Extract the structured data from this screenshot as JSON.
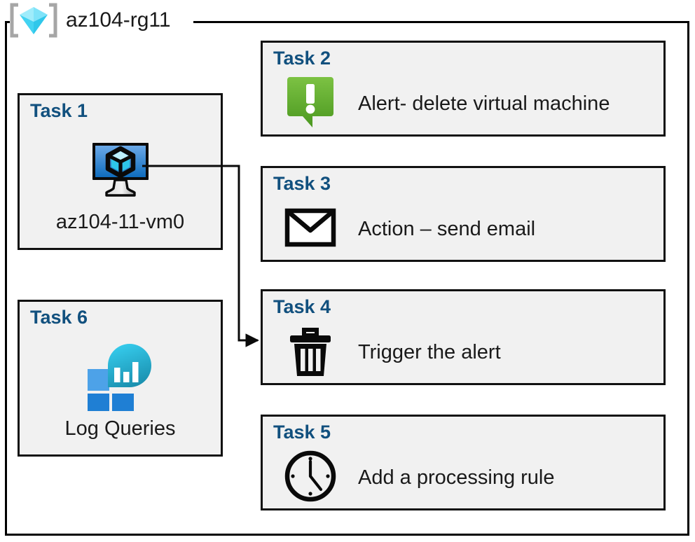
{
  "resource_group": {
    "name": "az104-rg11",
    "icon": "resource-group-cube-icon"
  },
  "cards": [
    {
      "id": "task-1",
      "title": "Task 1",
      "label": "az104-11-vm0",
      "icon": "virtual-machine-icon",
      "column": "left"
    },
    {
      "id": "task-2",
      "title": "Task 2",
      "label": "Alert- delete virtual machine",
      "icon": "alert-exclamation-bubble-icon",
      "column": "right"
    },
    {
      "id": "task-3",
      "title": "Task 3",
      "label": "Action – send email",
      "icon": "envelope-icon",
      "column": "right"
    },
    {
      "id": "task-4",
      "title": "Task 4",
      "label": "Trigger the alert",
      "icon": "trash-can-icon",
      "column": "right"
    },
    {
      "id": "task-5",
      "title": "Task 5",
      "label": "Add a processing rule",
      "icon": "clock-icon",
      "column": "right"
    },
    {
      "id": "task-6",
      "title": "Task 6",
      "label": "Log Queries",
      "icon": "log-analytics-icon",
      "column": "left"
    }
  ],
  "connector": {
    "name": "vm-to-task4-connector",
    "from": "task-1",
    "to": "task-4",
    "arrowhead": "right"
  },
  "colors": {
    "task_title": "#11507e",
    "card_fill": "#f1f1f1",
    "card_border": "#111111",
    "container_border": "#000000",
    "text": "#1a1a1a",
    "alert_green_light": "#7ac143",
    "alert_green_dark": "#4e9b24",
    "vm_blue_light": "#6aa9e9",
    "vm_blue_dark": "#0f6cbd",
    "log_cyan": "#32c8ea",
    "log_teal": "#1b96b3",
    "log_square_light": "#4da2e8",
    "log_square_dark": "#1f7fd4",
    "rg_cube_light": "#9fe8fb",
    "rg_cube_mid": "#3fd5f2",
    "rg_bracket": "#a6a6a6"
  }
}
